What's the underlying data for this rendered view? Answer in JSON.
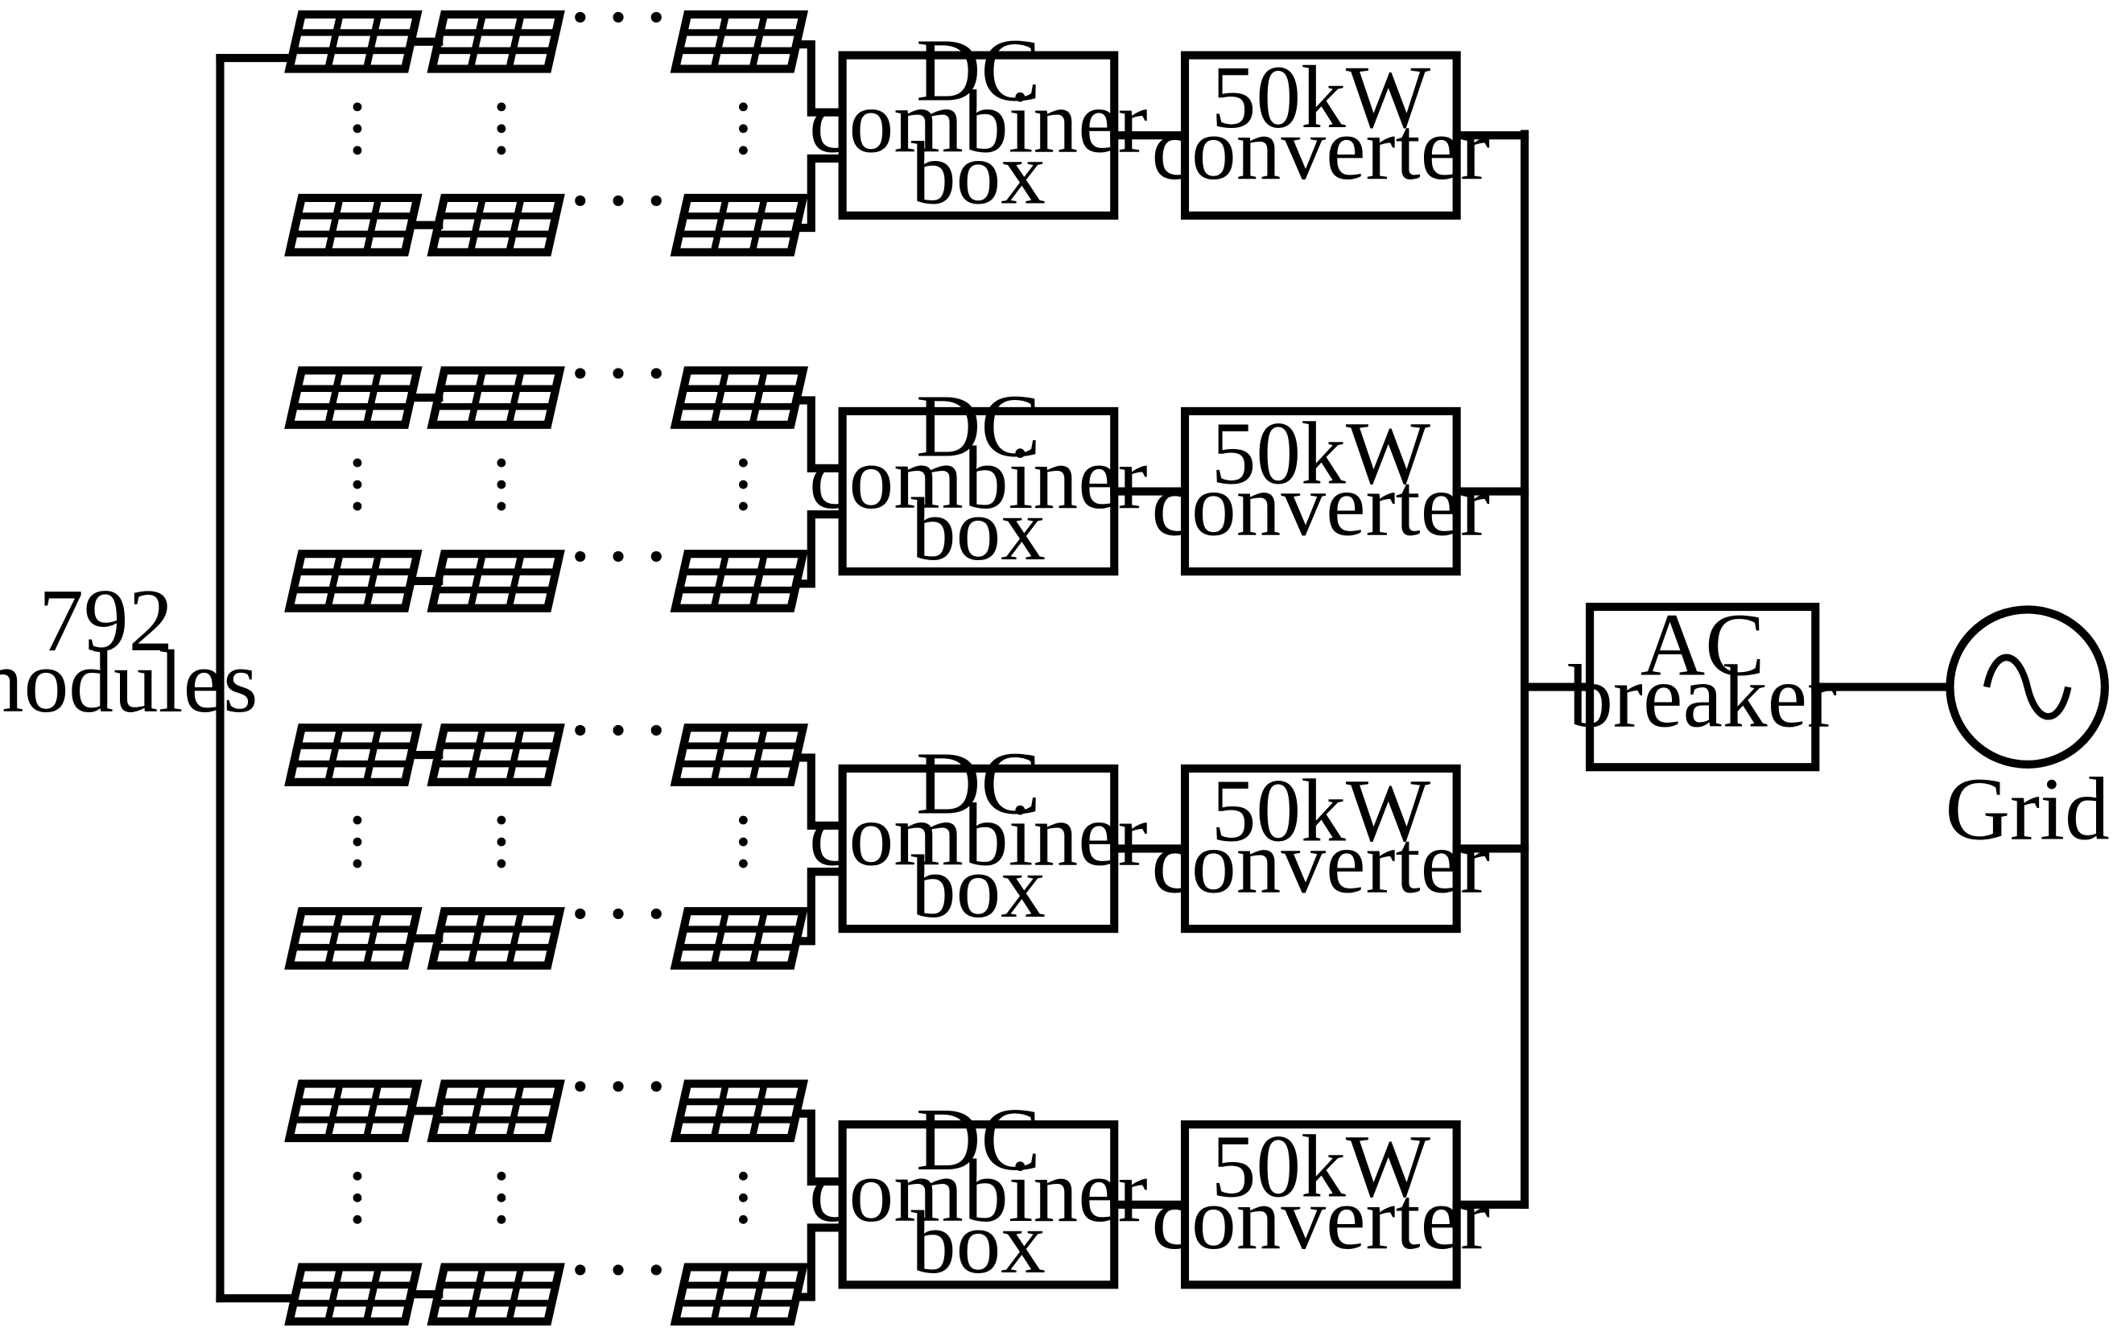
{
  "left_label": {
    "line1": "792",
    "line2": "modules"
  },
  "groups": [
    {
      "combiner": [
        "DC",
        "combiner",
        "box"
      ],
      "converter": [
        "50kW",
        "converter"
      ]
    },
    {
      "combiner": [
        "DC",
        "combiner",
        "box"
      ],
      "converter": [
        "50kW",
        "converter"
      ]
    },
    {
      "combiner": [
        "DC",
        "combiner",
        "box"
      ],
      "converter": [
        "50kW",
        "converter"
      ]
    },
    {
      "combiner": [
        "DC",
        "combiner",
        "box"
      ],
      "converter": [
        "50kW",
        "converter"
      ]
    }
  ],
  "breaker": [
    "AC",
    "breaker"
  ],
  "grid_label": "Grid",
  "ellipsis": "···",
  "icons": [
    "solar-panel-icon",
    "ac-source-icon"
  ]
}
